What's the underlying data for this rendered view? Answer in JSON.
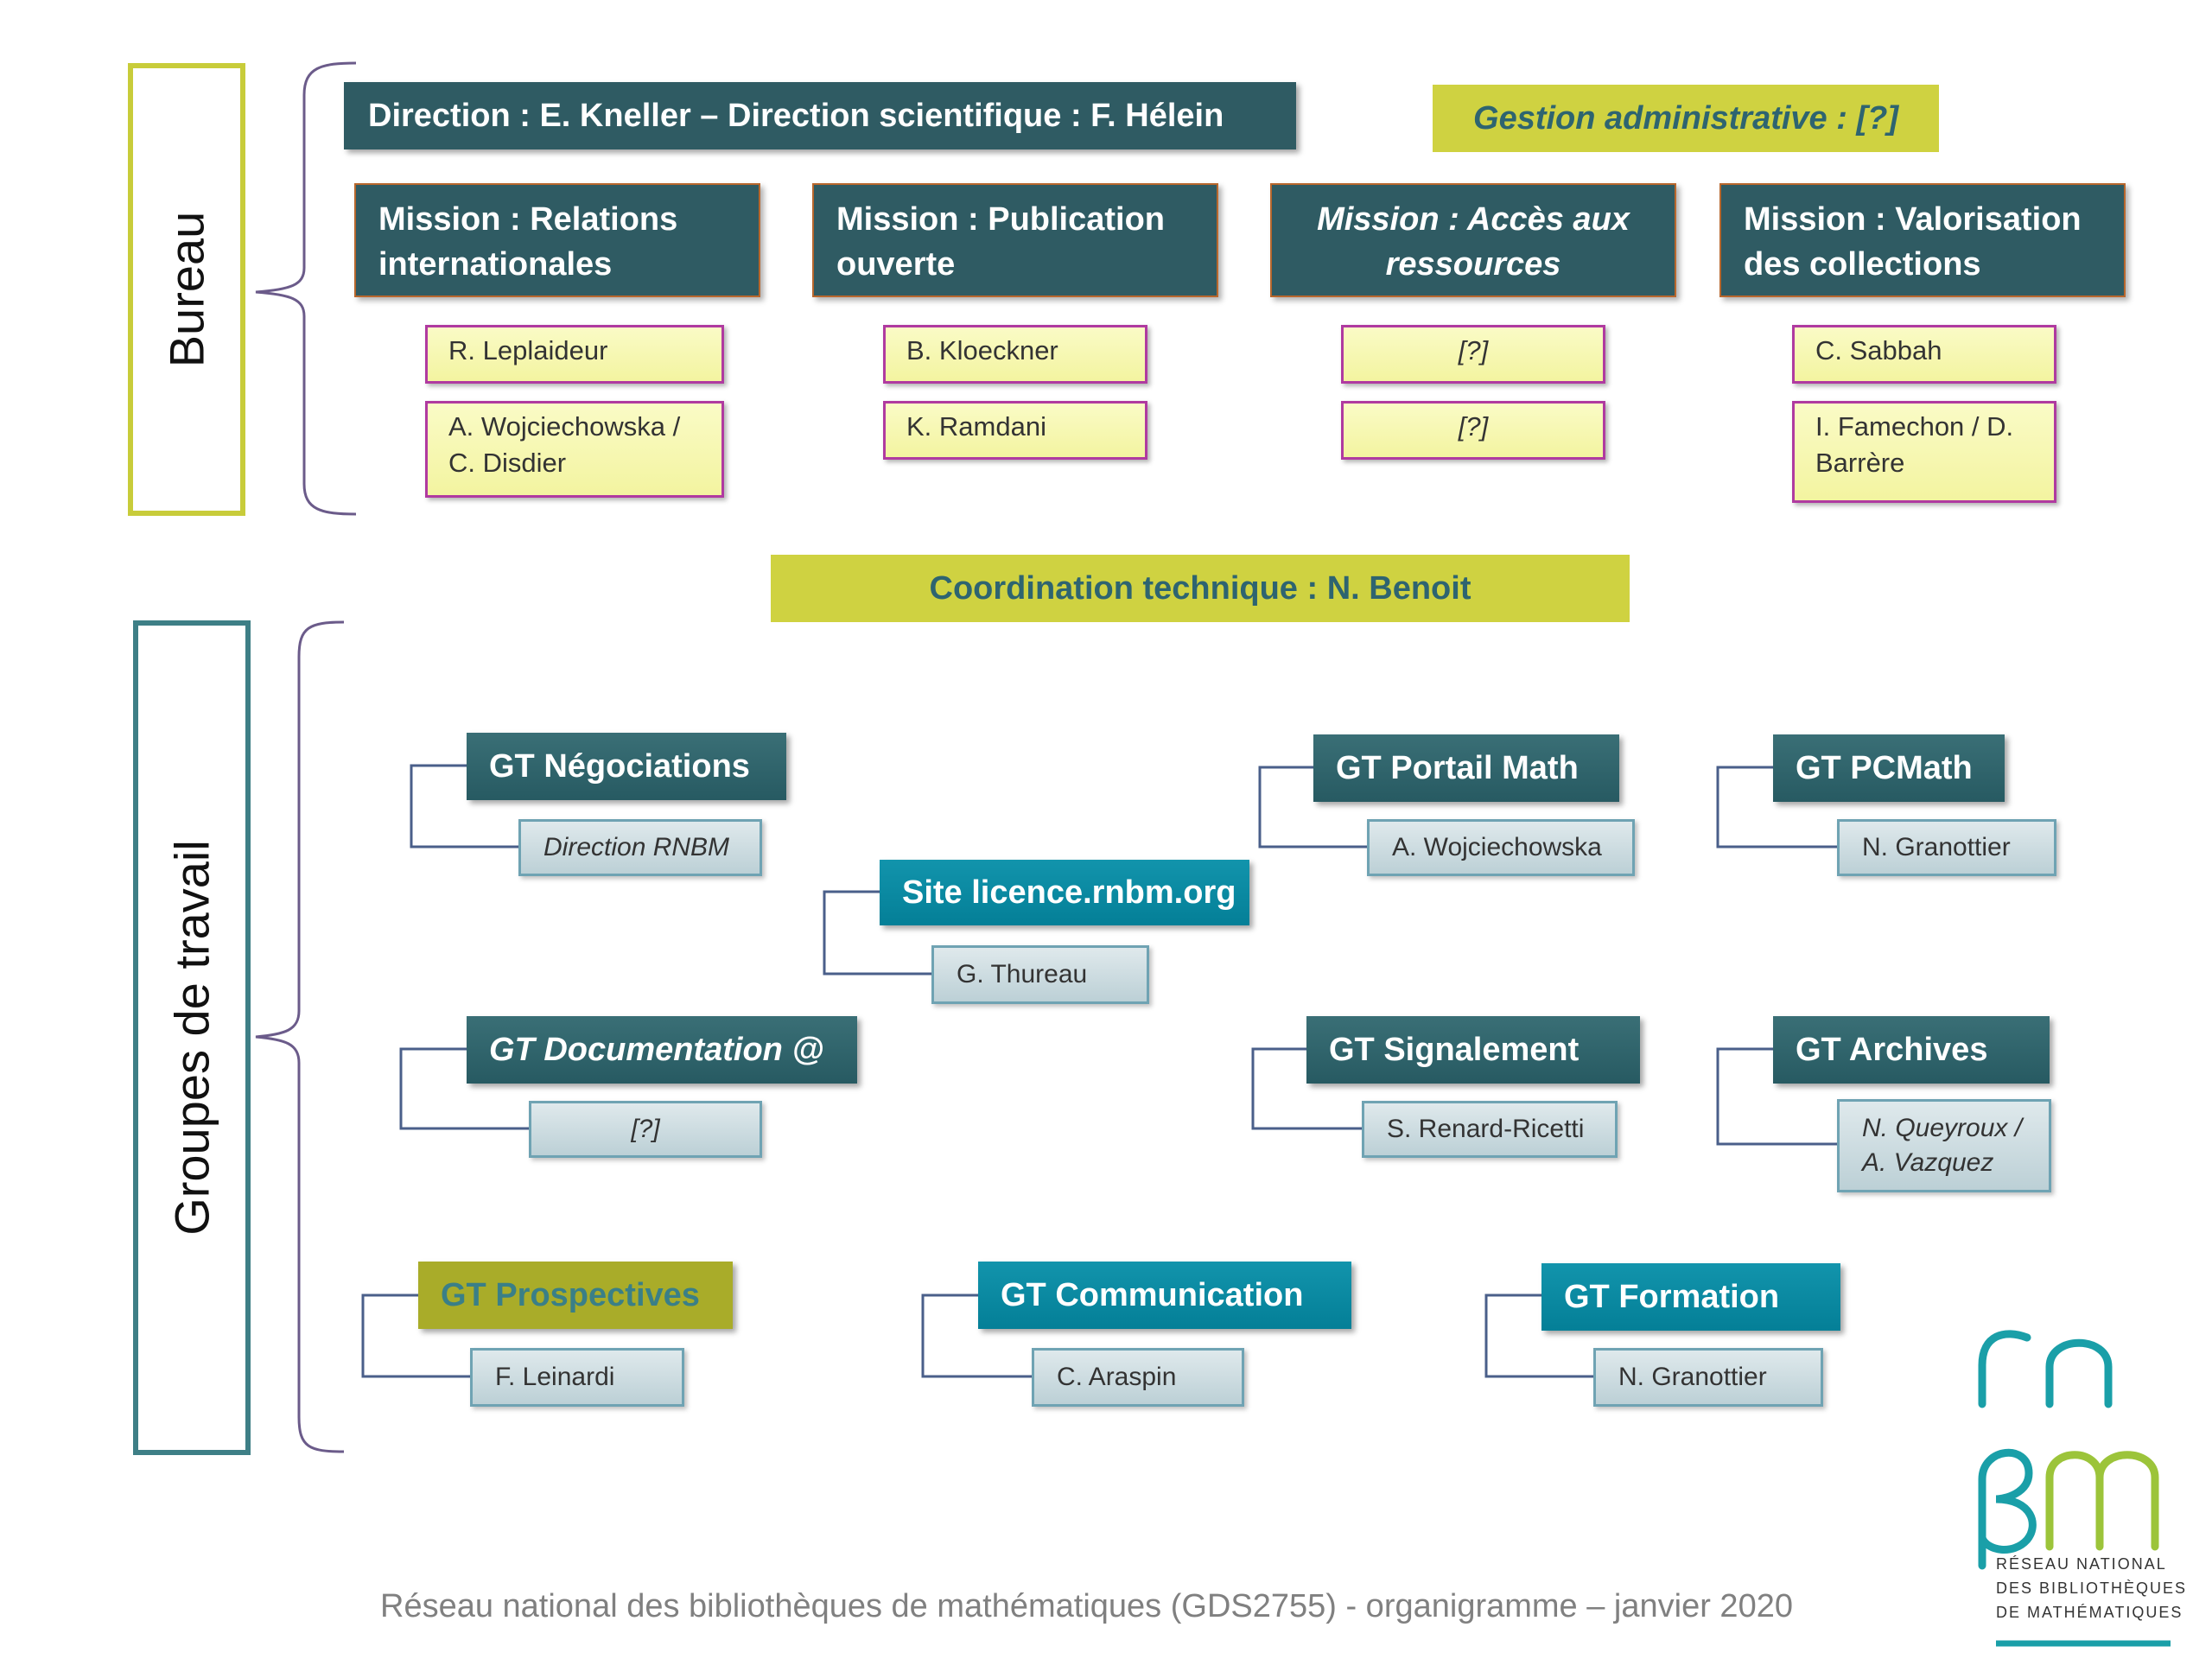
{
  "sections": {
    "bureau": "Bureau",
    "groupes": "Groupes de travail"
  },
  "direction": "Direction : E. Kneller  –  Direction scientifique : F. Hélein",
  "gestion": "Gestion administrative : [?]",
  "missions": [
    {
      "title": "Mission : Relations internationales",
      "people": [
        "R. Leplaideur",
        "A. Wojciechowska / C. Disdier"
      ]
    },
    {
      "title": "Mission : Publication ouverte",
      "people": [
        "B. Kloeckner",
        "K. Ramdani"
      ]
    },
    {
      "title": "Mission : Accès aux ressources",
      "people": [
        "[?]",
        "[?]"
      ]
    },
    {
      "title": "Mission : Valorisation des collections",
      "people": [
        "C. Sabbah",
        "I. Famechon / D. Barrère"
      ]
    }
  ],
  "coordination": "Coordination technique : N. Benoit",
  "groups": {
    "negociations": {
      "title": "GT Négociations",
      "member": "Direction RNBM"
    },
    "site_licence": {
      "title": "Site licence.rnbm.org",
      "member": "G. Thureau"
    },
    "portail_math": {
      "title": "GT Portail Math",
      "member": "A. Wojciechowska"
    },
    "pcmath": {
      "title": "GT PCMath",
      "member": "N. Granottier"
    },
    "documentation": {
      "title": "GT Documentation @",
      "member": "[?]"
    },
    "signalement": {
      "title": "GT Signalement",
      "member": "S. Renard-Ricetti"
    },
    "archives": {
      "title": "GT Archives",
      "member_line1": "N. Queyroux /",
      "member_line2": "A. Vazquez"
    },
    "prospectives": {
      "title": "GT Prospectives",
      "member": "F. Leinardi"
    },
    "communication": {
      "title": "GT Communication",
      "member": "C. Araspin"
    },
    "formation": {
      "title": "GT Formation",
      "member": "N. Granottier"
    }
  },
  "footer": "Réseau national des bibliothèques de mathématiques (GDS2755) - organigramme – janvier 2020",
  "logo": {
    "line1": "RÉSEAU NATIONAL",
    "line2": "DES BIBLIOTHÈQUES",
    "line3": "DE MATHÉMATIQUES"
  },
  "colors": {
    "dark_teal": "#2f5b63",
    "yellow_green": "#cfd241",
    "blue": "#047f97",
    "olive": "#a9ac29",
    "logo_teal": "#1a9fa8",
    "logo_green": "#9cc43a"
  }
}
